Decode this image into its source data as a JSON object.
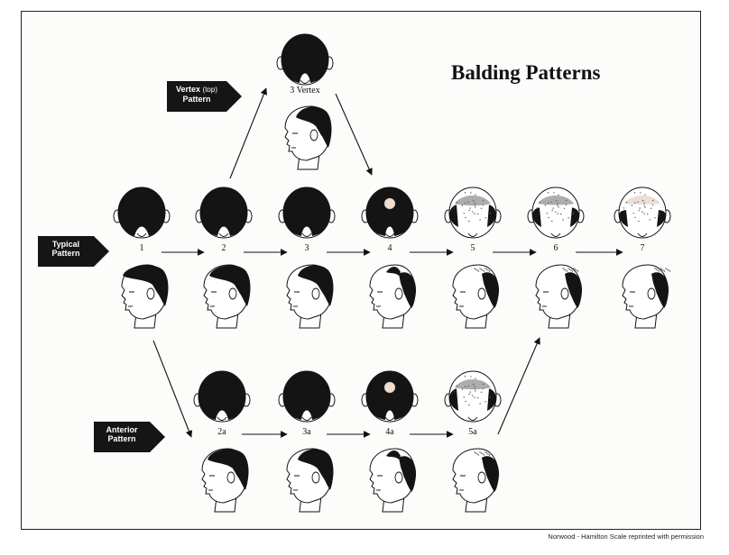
{
  "title": "Balding Patterns",
  "credit": "Norwood - Hamilton Scale reprinted with permission",
  "pattern_tags": {
    "vertex": {
      "line1": "Vertex",
      "line1_small": "(top)",
      "line2": "Pattern"
    },
    "typical": {
      "line1": "Typical",
      "line2": "Pattern"
    },
    "anterior": {
      "line1": "Anterior",
      "line2": "Pattern"
    }
  },
  "stages": {
    "vertex": [
      {
        "label": "3 Vertex",
        "level": 3
      }
    ],
    "typical": [
      {
        "label": "1",
        "level": 1
      },
      {
        "label": "2",
        "level": 2
      },
      {
        "label": "3",
        "level": 3
      },
      {
        "label": "4",
        "level": 4
      },
      {
        "label": "5",
        "level": 5
      },
      {
        "label": "6",
        "level": 6
      },
      {
        "label": "7",
        "level": 7
      }
    ],
    "anterior": [
      {
        "label": "2a",
        "level": 2
      },
      {
        "label": "3a",
        "level": 3
      },
      {
        "label": "4a",
        "level": 4
      },
      {
        "label": "5a",
        "level": 5
      }
    ]
  },
  "colors": {
    "hair": "#141414",
    "skin": "#ffffff",
    "ink": "#111111",
    "panel_border": "#222222",
    "tag_bg": "#151515"
  }
}
